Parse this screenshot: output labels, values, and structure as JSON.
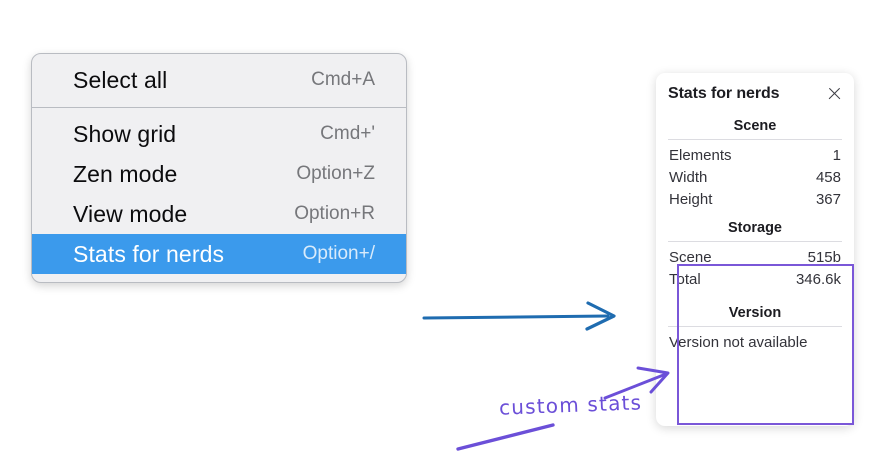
{
  "context_menu": {
    "groups": [
      {
        "items": [
          {
            "label": "Select all",
            "shortcut": "Cmd+A",
            "selected": false
          }
        ]
      },
      {
        "items": [
          {
            "label": "Show grid",
            "shortcut": "Cmd+'",
            "selected": false
          },
          {
            "label": "Zen mode",
            "shortcut": "Option+Z",
            "selected": false
          },
          {
            "label": "View mode",
            "shortcut": "Option+R",
            "selected": false
          },
          {
            "label": "Stats for nerds",
            "shortcut": "Option+/",
            "selected": true
          }
        ]
      }
    ],
    "selected_background": "#3b9aec"
  },
  "stats_panel": {
    "title": "Stats for nerds",
    "close_icon": "close-icon",
    "sections": [
      {
        "heading": "Scene",
        "rows": [
          {
            "key": "Elements",
            "value": "1"
          },
          {
            "key": "Width",
            "value": "458"
          },
          {
            "key": "Height",
            "value": "367"
          }
        ]
      },
      {
        "heading": "Storage",
        "rows": [
          {
            "key": "Scene",
            "value": "515b"
          },
          {
            "key": "Total",
            "value": "346.6k"
          }
        ]
      },
      {
        "heading": "Version",
        "note": "Version not available"
      }
    ],
    "highlight_color": "#7a57d8"
  },
  "annotations": {
    "label": "custom stats",
    "label_color": "#6b4fd8",
    "arrow_color": "#1f6cb0"
  }
}
